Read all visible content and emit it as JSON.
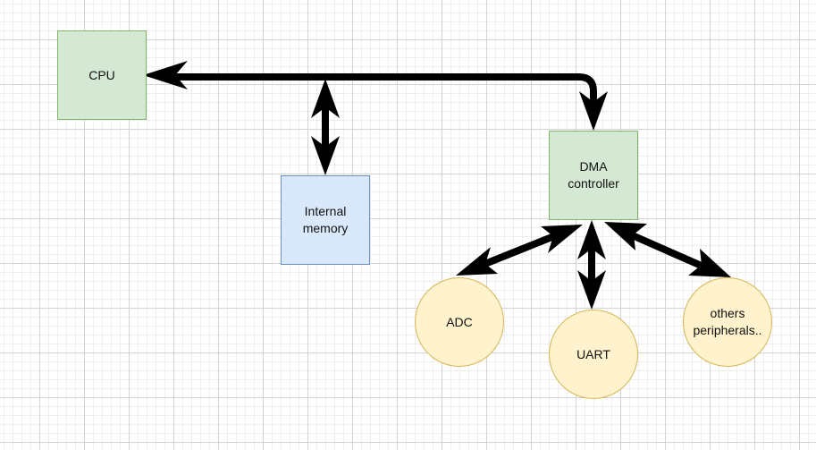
{
  "diagram": {
    "nodes": {
      "cpu": {
        "label": "CPU"
      },
      "internal_memory": {
        "label": "Internal\nmemory"
      },
      "dma_controller": {
        "label": "DMA\ncontroller"
      },
      "adc": {
        "label": "ADC"
      },
      "uart": {
        "label": "UART"
      },
      "others": {
        "label": "others\nperipherals.."
      }
    },
    "edges": [
      {
        "from": "CPU",
        "to": "DMA controller",
        "direction": "both"
      },
      {
        "from": "system bus",
        "to": "Internal memory",
        "direction": "both"
      },
      {
        "from": "DMA controller",
        "to": "ADC",
        "direction": "both"
      },
      {
        "from": "DMA controller",
        "to": "UART",
        "direction": "both"
      },
      {
        "from": "DMA controller",
        "to": "others peripherals..",
        "direction": "both"
      }
    ],
    "colors": {
      "grid_major": "#d3d3d3",
      "grid_minor": "#eeeeee",
      "processor_fill": "#d5e8d4",
      "processor_stroke": "#82b366",
      "memory_fill": "#dae8fc",
      "memory_stroke": "#6c8ebf",
      "peripheral_fill": "#fff2cc",
      "peripheral_stroke": "#d6b656",
      "connector": "#000000"
    }
  }
}
